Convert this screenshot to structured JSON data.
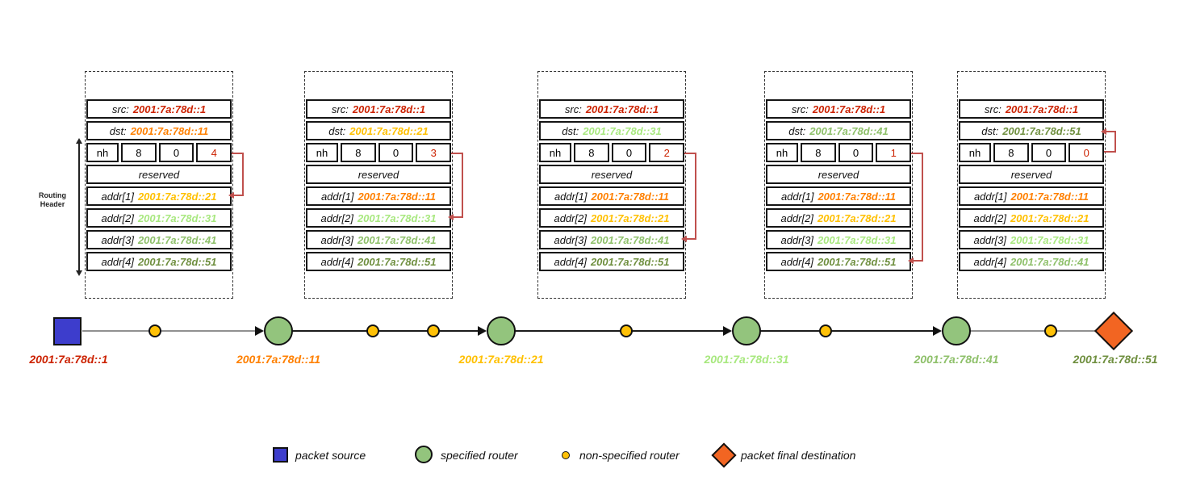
{
  "colors": {
    "red": "#cc2200",
    "orange": "#ff8000",
    "golden": "#ffc000",
    "light_green": "#a8e87f",
    "mid_green": "#8ec06a",
    "dark_green": "#6f8f3f",
    "arrow_red": "#c0504d",
    "source_blue": "#3d3dcc",
    "router_green": "#93c47d",
    "dot_yellow": "#ffc107",
    "dest_orange": "#f26522"
  },
  "routing_header": {
    "line1": "Routing",
    "line2": "Header"
  },
  "common": {
    "src_label": "src:",
    "dst_label": "dst:",
    "nh": "nh",
    "hdr_ext_len": "8",
    "routing_type": "0",
    "reserved": "reserved",
    "addr_labels": [
      "addr[1]",
      "addr[2]",
      "addr[3]",
      "addr[4]"
    ]
  },
  "tables": [
    {
      "src": {
        "value": "2001:7a:78d::1",
        "color": "#cc2200"
      },
      "dst": {
        "value": "2001:7a:78d::11",
        "color": "#ff8000"
      },
      "segments_left": {
        "value": "4",
        "color": "#cc2200"
      },
      "addrs": [
        {
          "value": "2001:7a:78d::21",
          "color": "#ffc000"
        },
        {
          "value": "2001:7a:78d::31",
          "color": "#a8e87f"
        },
        {
          "value": "2001:7a:78d::41",
          "color": "#8ec06a"
        },
        {
          "value": "2001:7a:78d::51",
          "color": "#6f8f3f"
        }
      ]
    },
    {
      "src": {
        "value": "2001:7a:78d::1",
        "color": "#cc2200"
      },
      "dst": {
        "value": "2001:7a:78d::21",
        "color": "#ffc000"
      },
      "segments_left": {
        "value": "3",
        "color": "#cc2200"
      },
      "addrs": [
        {
          "value": "2001:7a:78d::11",
          "color": "#ff8000"
        },
        {
          "value": "2001:7a:78d::31",
          "color": "#a8e87f"
        },
        {
          "value": "2001:7a:78d::41",
          "color": "#8ec06a"
        },
        {
          "value": "2001:7a:78d::51",
          "color": "#6f8f3f"
        }
      ]
    },
    {
      "src": {
        "value": "2001:7a:78d::1",
        "color": "#cc2200"
      },
      "dst": {
        "value": "2001:7a:78d::31",
        "color": "#a8e87f"
      },
      "segments_left": {
        "value": "2",
        "color": "#cc2200"
      },
      "addrs": [
        {
          "value": "2001:7a:78d::11",
          "color": "#ff8000"
        },
        {
          "value": "2001:7a:78d::21",
          "color": "#ffc000"
        },
        {
          "value": "2001:7a:78d::41",
          "color": "#8ec06a"
        },
        {
          "value": "2001:7a:78d::51",
          "color": "#6f8f3f"
        }
      ]
    },
    {
      "src": {
        "value": "2001:7a:78d::1",
        "color": "#cc2200"
      },
      "dst": {
        "value": "2001:7a:78d::41",
        "color": "#8ec06a"
      },
      "segments_left": {
        "value": "1",
        "color": "#cc2200"
      },
      "addrs": [
        {
          "value": "2001:7a:78d::11",
          "color": "#ff8000"
        },
        {
          "value": "2001:7a:78d::21",
          "color": "#ffc000"
        },
        {
          "value": "2001:7a:78d::31",
          "color": "#a8e87f"
        },
        {
          "value": "2001:7a:78d::51",
          "color": "#6f8f3f"
        }
      ]
    },
    {
      "src": {
        "value": "2001:7a:78d::1",
        "color": "#cc2200"
      },
      "dst": {
        "value": "2001:7a:78d::51",
        "color": "#6f8f3f"
      },
      "segments_left": {
        "value": "0",
        "color": "#cc2200"
      },
      "addrs": [
        {
          "value": "2001:7a:78d::11",
          "color": "#ff8000"
        },
        {
          "value": "2001:7a:78d::21",
          "color": "#ffc000"
        },
        {
          "value": "2001:7a:78d::31",
          "color": "#a8e87f"
        },
        {
          "value": "2001:7a:78d::41",
          "color": "#8ec06a"
        }
      ]
    }
  ],
  "path": {
    "source": {
      "label": "2001:7a:78d::1",
      "color": "#cc2200"
    },
    "routers": [
      {
        "label": "2001:7a:78d::11",
        "color": "#ff8000"
      },
      {
        "label": "2001:7a:78d::21",
        "color": "#ffc000"
      },
      {
        "label": "2001:7a:78d::31",
        "color": "#a8e87f"
      },
      {
        "label": "2001:7a:78d::41",
        "color": "#8ec06a"
      }
    ],
    "destination": {
      "label": "2001:7a:78d::51",
      "color": "#6f8f3f"
    }
  },
  "legend": {
    "packet_source": "packet source",
    "specified_router": "specified router",
    "non_specified_router": "non-specified router",
    "packet_final_destination": "packet final destination"
  }
}
